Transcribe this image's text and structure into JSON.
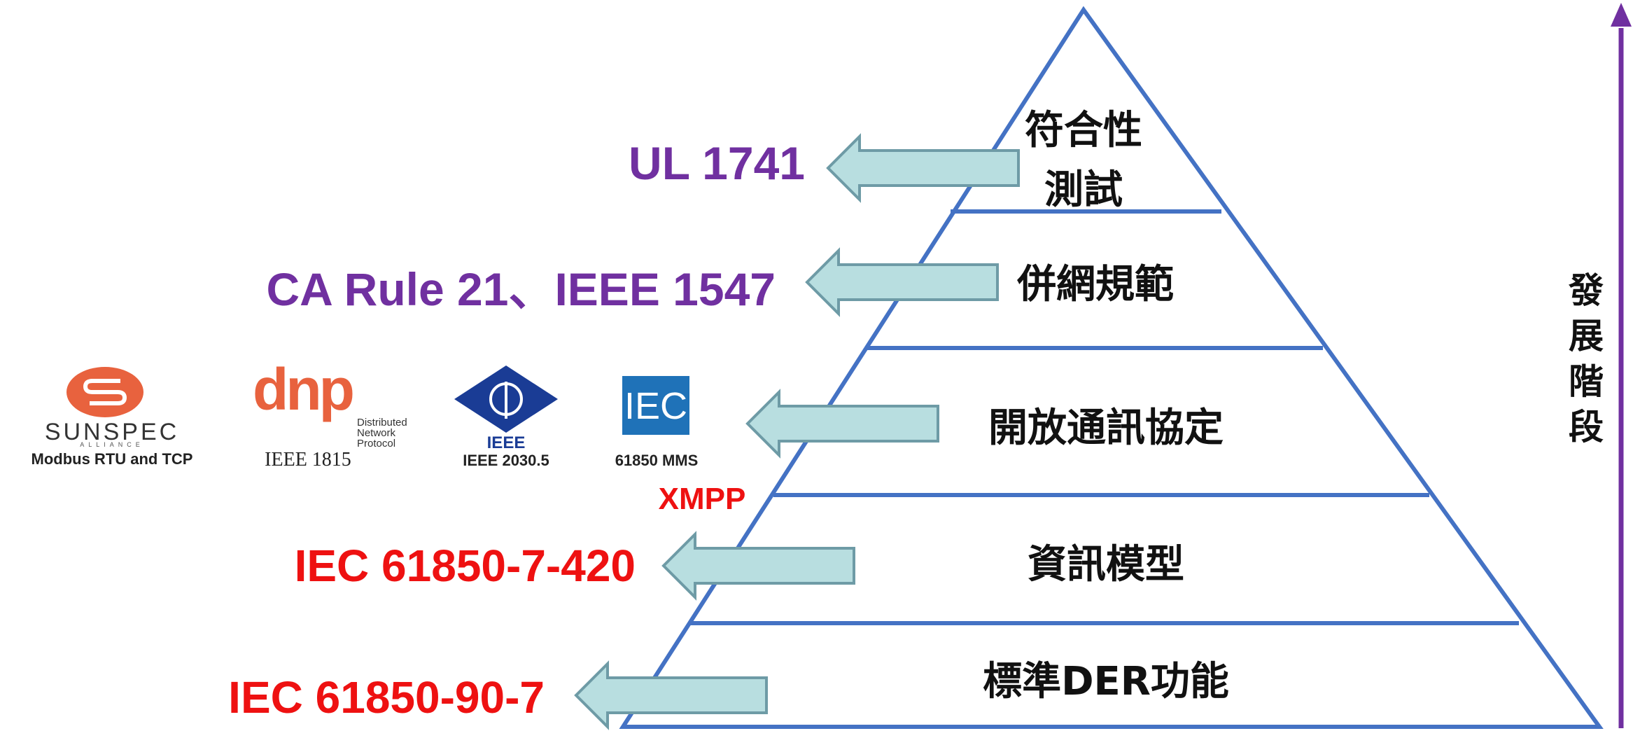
{
  "levels": [
    {
      "line1": "符合性",
      "line2": "測試"
    },
    {
      "label": "併網規範"
    },
    {
      "label": "開放通訊協定"
    },
    {
      "label": "資訊模型"
    },
    {
      "label": "標準DER功能"
    }
  ],
  "standards": {
    "conformance": "UL 1741",
    "grid": "CA Rule 21、IEEE 1547",
    "info_model": "IEC 61850-7-420",
    "der_function": "IEC 61850-90-7",
    "xmpp": "XMPP"
  },
  "logos": {
    "sunspec": {
      "name": "SUNSPEC",
      "sub": "ALLIANCE",
      "caption": "Modbus RTU and TCP"
    },
    "dnp": {
      "name": "dnp",
      "sub1": "Distributed",
      "sub2": "Network",
      "sub3": "Protocol",
      "caption": "IEEE 1815"
    },
    "ieee": {
      "name": "IEEE",
      "caption": "IEEE 2030.5"
    },
    "iec": {
      "name": "IEC",
      "caption": "61850 MMS"
    }
  },
  "axis_label": [
    "發",
    "展",
    "階",
    "段"
  ],
  "colors": {
    "pyramid": "#4472c4",
    "arrow_fill": "#b8dee0",
    "arrow_stroke": "#6e9ba6",
    "purple": "#7030a0",
    "red": "#ee1111"
  }
}
